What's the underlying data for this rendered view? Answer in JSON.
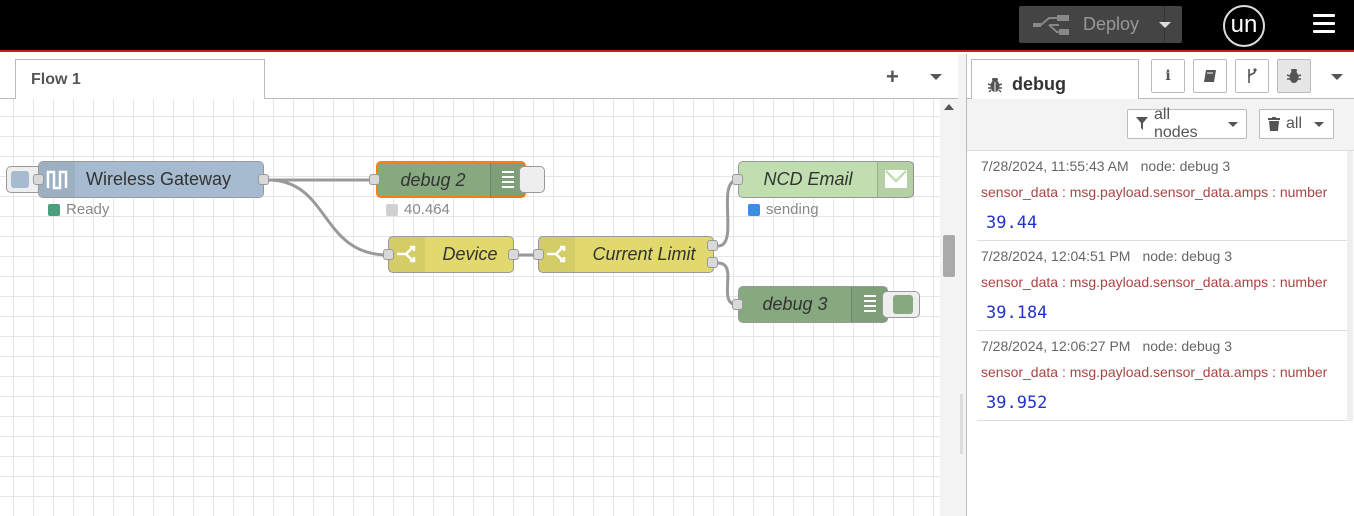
{
  "header": {
    "deploy_label": "Deploy",
    "user_initials": "un"
  },
  "workspace": {
    "flow_tab_label": "Flow 1",
    "add_flow_label": "+"
  },
  "nodes": {
    "wireless_gateway": {
      "label": "Wireless Gateway",
      "status": "Ready",
      "status_color": "#4a9f7e",
      "color": "#a6bbcf"
    },
    "debug2": {
      "label": "debug 2",
      "status": "40.464",
      "status_color": "#d0d0d0",
      "color": "#87a980"
    },
    "device": {
      "label": "Device",
      "color": "#e2d96e"
    },
    "current_limit": {
      "label": "Current Limit",
      "color": "#e2d96e"
    },
    "ncd_email": {
      "label": "NCD Email",
      "status": "sending",
      "status_color": "#3b8fe0",
      "color": "#c0deaf"
    },
    "debug3": {
      "label": "debug 3",
      "color": "#87a980"
    }
  },
  "sidebar": {
    "tab_label": "debug",
    "filter_nodes_label": "all nodes",
    "clear_label": "all",
    "messages": [
      {
        "time": "7/28/2024, 11:55:43 AM",
        "node": "node: debug 3",
        "path": "sensor_data : msg.payload.sensor_data.amps : number",
        "value": "39.44"
      },
      {
        "time": "7/28/2024, 12:04:51 PM",
        "node": "node: debug 3",
        "path": "sensor_data : msg.payload.sensor_data.amps : number",
        "value": "39.184"
      },
      {
        "time": "7/28/2024, 12:06:27 PM",
        "node": "node: debug 3",
        "path": "sensor_data : msg.payload.sensor_data.amps : number",
        "value": "39.952"
      }
    ]
  },
  "colors": {
    "header_bg": "#000000",
    "accent_red": "#c02020",
    "selected_orange": "#ff7f0e"
  }
}
